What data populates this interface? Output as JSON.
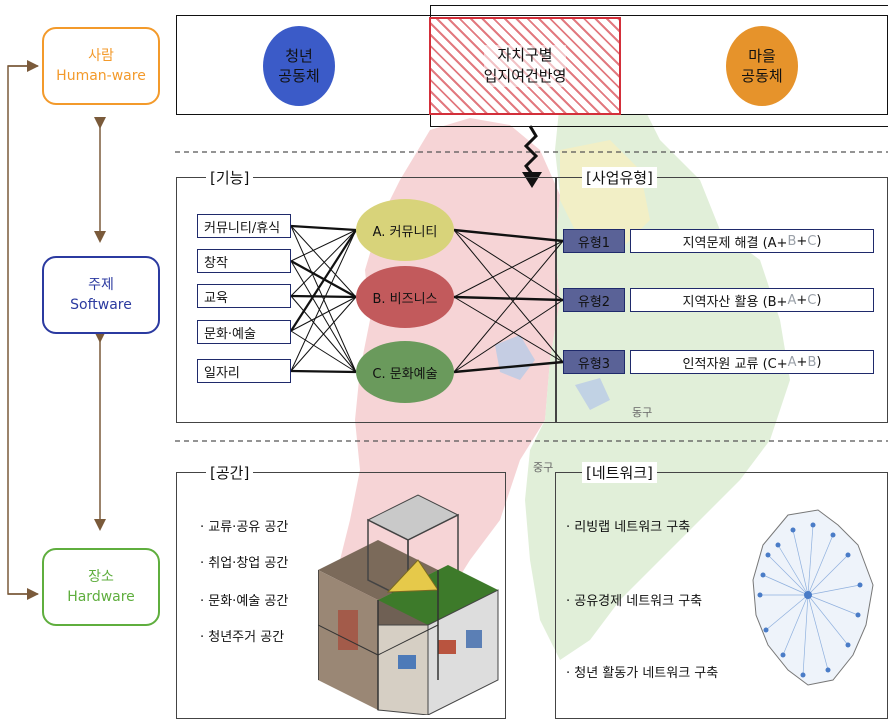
{
  "left_axis": {
    "human": {
      "label": "사람",
      "sub": "Human-ware",
      "color": "#f39a2b"
    },
    "software": {
      "label": "주제",
      "sub": "Software",
      "color": "#2b3aa0"
    },
    "hardware": {
      "label": "장소",
      "sub": "Hardware",
      "color": "#5fae3e"
    }
  },
  "top": {
    "youth": "청년\n공동체",
    "district": "자치구별\n입지여건반영",
    "village": "마을\n공동체",
    "youth_color": "#3b5bc8",
    "village_color": "#e6932b"
  },
  "functions": {
    "title": "[기능]",
    "items": [
      "커뮤니티/휴식",
      "창작",
      "교육",
      "문화·예술",
      "일자리"
    ],
    "categories": [
      {
        "label": "A. 커뮤니티",
        "color": "#d8d37a"
      },
      {
        "label": "B. 비즈니스",
        "color": "#c25a5c"
      },
      {
        "label": "C. 문화예술",
        "color": "#6a9a5c"
      }
    ]
  },
  "business": {
    "title": "[사업유형]",
    "types": [
      {
        "label": "유형1",
        "pre": "지역문제 해결 (A+",
        "mid": "B",
        "sep": "+",
        "end": "C",
        "close": ")"
      },
      {
        "label": "유형2",
        "pre": "지역자산 활용 (B+",
        "mid": "A",
        "sep": "+",
        "end": "C",
        "close": ")"
      },
      {
        "label": "유형3",
        "pre": "인적자원 교류 (C+",
        "mid": "A",
        "sep": "+",
        "end": "B",
        "close": ")"
      }
    ]
  },
  "space": {
    "title": "[공간]",
    "items": [
      "· 교류·공유 공간",
      "· 취업·창업 공간",
      "· 문화·예술 공간",
      "· 청년주거 공간"
    ]
  },
  "network": {
    "title": "[네트워크]",
    "items": [
      "· 리빙랩 네트워크 구축",
      "· 공유경제 네트워크 구축",
      "· 청년 활동가 네트워크 구축"
    ]
  },
  "map_labels": {
    "east": "동구",
    "middle": "중구"
  }
}
